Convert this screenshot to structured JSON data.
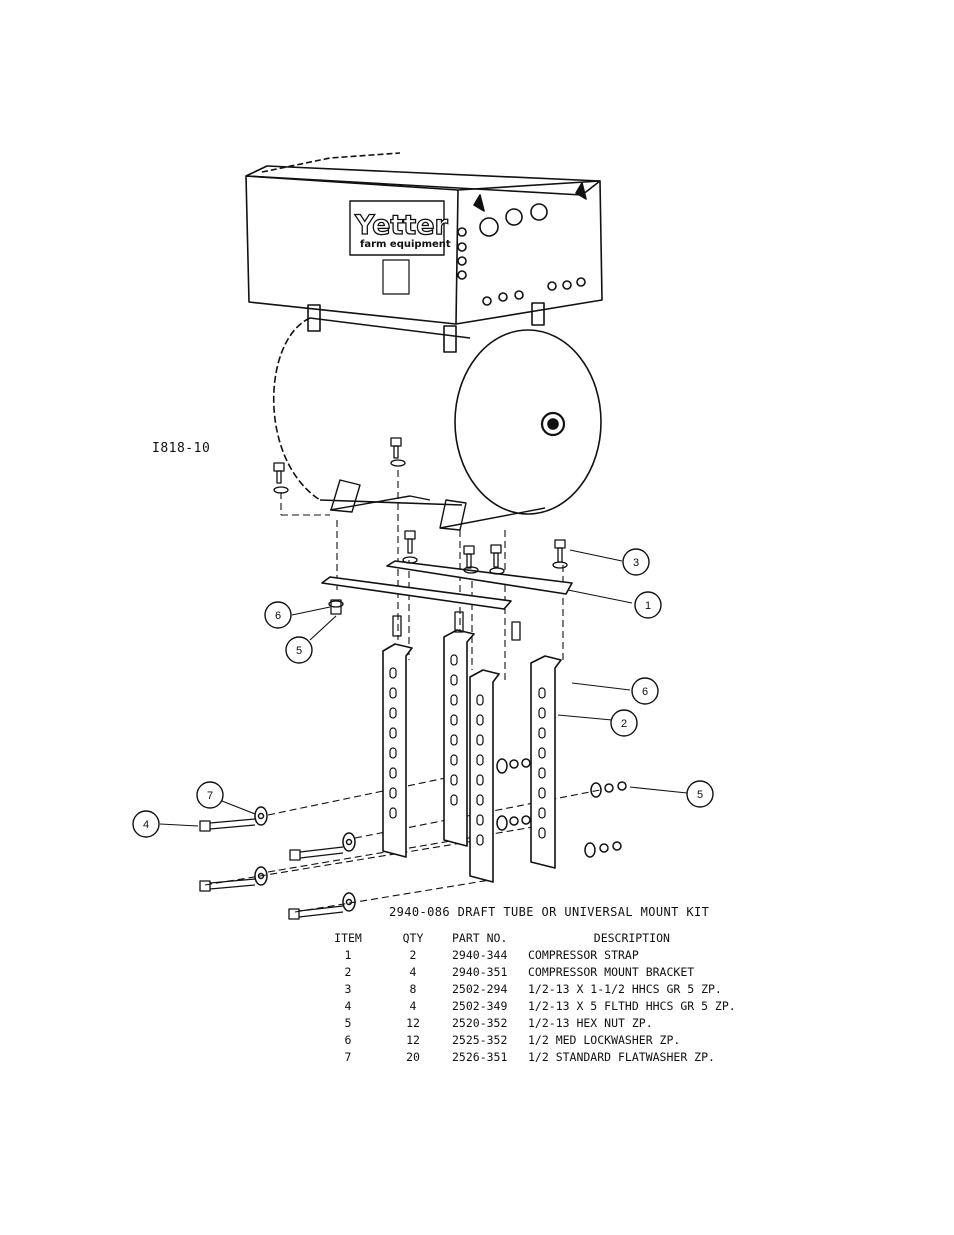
{
  "figure_id": "I818-10",
  "kit_title": "2940-086 DRAFT TUBE OR UNIVERSAL MOUNT KIT",
  "brand": {
    "name": "Yetter",
    "tagline": "farm equipment"
  },
  "callouts": [
    "1",
    "2",
    "3",
    "4",
    "5",
    "5",
    "6",
    "6",
    "7"
  ],
  "parts_table": {
    "headers": [
      "ITEM",
      "QTY",
      "PART NO.",
      "DESCRIPTION"
    ],
    "rows": [
      {
        "item": "1",
        "qty": "2",
        "part": "2940-344",
        "desc": "COMPRESSOR STRAP"
      },
      {
        "item": "2",
        "qty": "4",
        "part": "2940-351",
        "desc": "COMPRESSOR MOUNT BRACKET"
      },
      {
        "item": "3",
        "qty": "8",
        "part": "2502-294",
        "desc": "1/2-13 X 1-1/2 HHCS GR 5 ZP."
      },
      {
        "item": "4",
        "qty": "4",
        "part": "2502-349",
        "desc": "1/2-13 X 5 FLTHD HHCS GR 5 ZP."
      },
      {
        "item": "5",
        "qty": "12",
        "part": "2520-352",
        "desc": "1/2-13 HEX NUT ZP."
      },
      {
        "item": "6",
        "qty": "12",
        "part": "2525-352",
        "desc": "1/2 MED LOCKWASHER ZP."
      },
      {
        "item": "7",
        "qty": "20",
        "part": "2526-351",
        "desc": "1/2 STANDARD FLATWASHER ZP."
      }
    ]
  }
}
